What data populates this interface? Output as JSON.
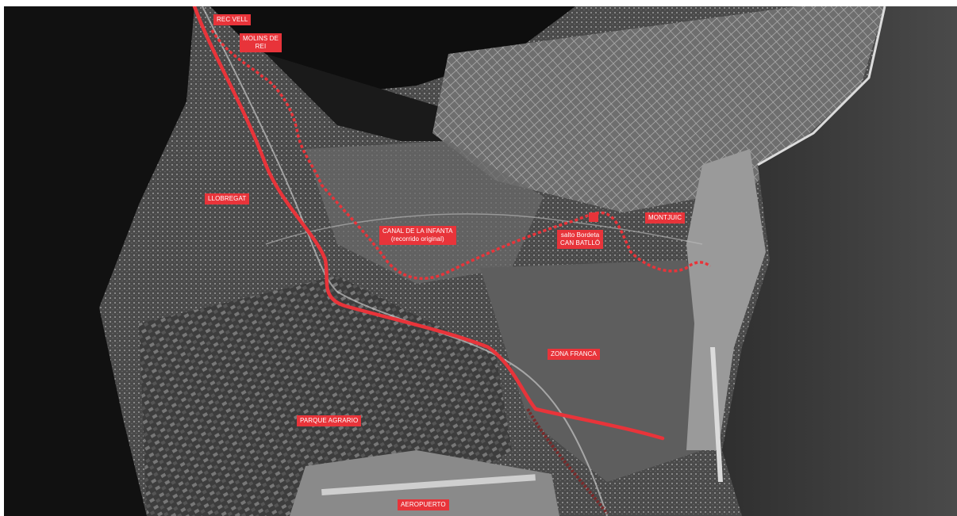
{
  "map": {
    "labels": {
      "rec_vell": "REC VELL",
      "molins_1": "MOLINS DE",
      "molins_2": "REI",
      "llobregat": "LLOBREGAT",
      "canal_1": "CANAL DE LA INFANTA",
      "canal_2": "(recorrido original)",
      "salto_1": "salto Bordeta",
      "salto_2": "CAN BATLLÓ",
      "montjuic": "MONTJUIC",
      "zona_franca": "ZONA FRANCA",
      "parque_agrario": "PARQUE AGRARIO",
      "aeropuerto": "AEROPUERTO"
    },
    "colors": {
      "route": "#e8343a",
      "sea": "#3c3c3c",
      "land": "#2e2e2e",
      "mountain": "#0c0c0c",
      "city": "#7a7a7a"
    }
  }
}
